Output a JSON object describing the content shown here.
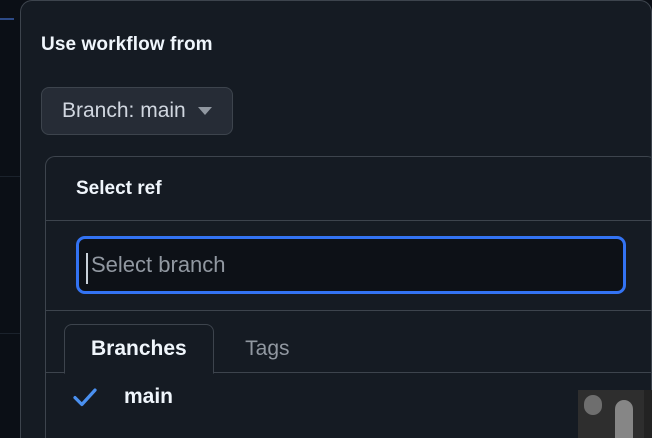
{
  "backdrop": {
    "accent_color": "#2d4a87",
    "rule_color": "#1b222c"
  },
  "dialog": {
    "title": "Use workflow from",
    "branch_button": {
      "label": "Branch: main",
      "caret_icon": "chevron-down-icon"
    }
  },
  "ref_panel": {
    "header_title": "Select ref",
    "search": {
      "value": "",
      "placeholder": "Select branch",
      "focus_border_color": "#3373f3",
      "focused": true
    },
    "tabs": [
      {
        "label": "Branches",
        "active": true
      },
      {
        "label": "Tags",
        "active": false
      }
    ],
    "items": [
      {
        "label": "main",
        "selected": true,
        "check_icon": "check-icon",
        "check_color": "#4a90f0"
      }
    ]
  },
  "scrollbars": {
    "vertical_icon": "scrollbar-thumb-vertical",
    "horizontal_icon": "scrollbar-thumb-horizontal",
    "track_color": "#2e2e2e",
    "thumb_color": "#6e6e6e"
  }
}
